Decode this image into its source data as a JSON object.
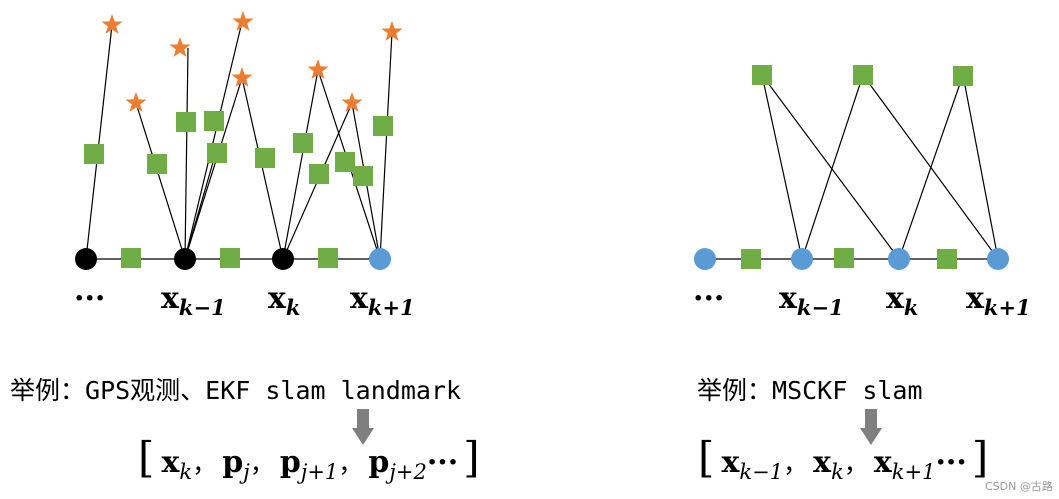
{
  "colors": {
    "landmark_star": "#ED7D31",
    "factor_square": "#70AD47",
    "state_black": "#000000",
    "state_blue": "#5B9BD5",
    "arrow_gray": "#7F7F7F"
  },
  "left_panel": {
    "state_labels": [
      {
        "text": "···",
        "sub": ""
      },
      {
        "text": "x",
        "sub": "k−1"
      },
      {
        "text": "x",
        "sub": "k"
      },
      {
        "text": "x",
        "sub": "k+1"
      }
    ],
    "caption_prefix": "举例：",
    "caption_text": "GPS观测、EKF slam landmark",
    "vector": {
      "open": "[",
      "items": [
        {
          "base": "x",
          "sub": "k",
          "sep": "，"
        },
        {
          "base": "p",
          "sub": "j",
          "sep": "，"
        },
        {
          "base": "p",
          "sub": "j+1",
          "sep": "，"
        },
        {
          "base": "p",
          "sub": "j+2",
          "sep": ""
        }
      ],
      "ellipsis": "···",
      "close": "]"
    }
  },
  "right_panel": {
    "state_labels": [
      {
        "text": "···",
        "sub": ""
      },
      {
        "text": "x",
        "sub": "k−1"
      },
      {
        "text": "x",
        "sub": "k"
      },
      {
        "text": "x",
        "sub": "k+1"
      }
    ],
    "caption_prefix": "举例：",
    "caption_text": "MSCKF slam",
    "vector": {
      "open": "[",
      "items": [
        {
          "base": "x",
          "sub": "k−1",
          "sep": "，"
        },
        {
          "base": "x",
          "sub": "k",
          "sep": "，"
        },
        {
          "base": "x",
          "sub": "k+1",
          "sep": ""
        }
      ],
      "ellipsis": "···",
      "close": "]"
    }
  },
  "watermark": "CSDN @古路"
}
